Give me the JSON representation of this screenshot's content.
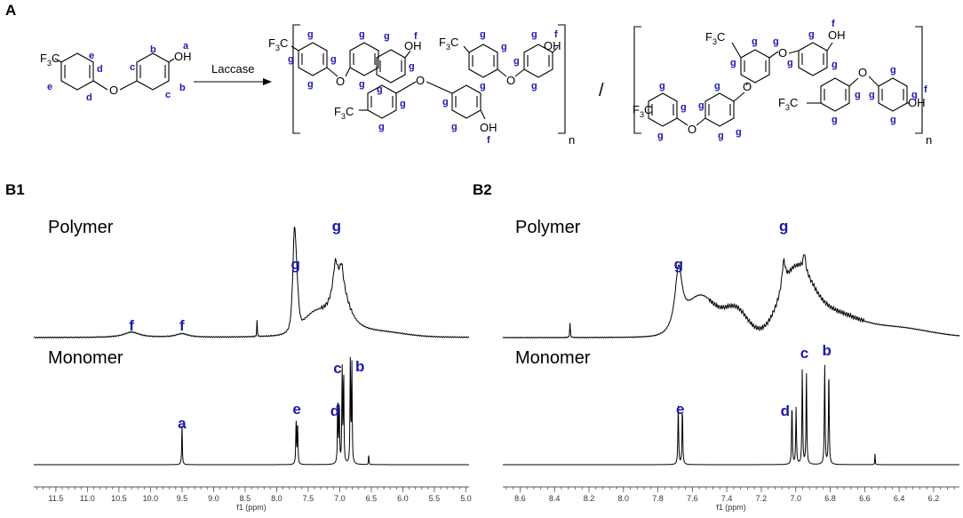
{
  "panels": {
    "a": "A",
    "b1": "B1",
    "b2": "B2"
  },
  "scheme": {
    "arrow_label": "Laccase",
    "subscript_n": "n",
    "separator": "/",
    "cf3": "F",
    "cf3_sub": "3",
    "cf3_c": "C",
    "oh": "OH",
    "o": "O",
    "labels": {
      "a": "a",
      "b": "b",
      "c": "c",
      "d": "d",
      "e": "e",
      "f": "f",
      "g": "g"
    }
  },
  "chart_data": [
    {
      "type": "line",
      "panel": "B1",
      "xlabel": "f1 (ppm)",
      "xlim": [
        11.85,
        4.95
      ],
      "x_reversed": true,
      "ticks": [
        "11.5",
        "11.0",
        "10.5",
        "10.0",
        "9.5",
        "9.0",
        "8.5",
        "8.0",
        "7.5",
        "7.0",
        "6.5",
        "6.0",
        "5.5",
        "5.0"
      ],
      "tick_values": [
        11.5,
        11.0,
        10.5,
        10.0,
        9.5,
        9.0,
        8.5,
        8.0,
        7.5,
        7.0,
        6.5,
        6.0,
        5.5,
        5.0
      ],
      "series": [
        {
          "name": "Polymer",
          "peaks": [
            {
              "label": "f",
              "ppm": 10.3
            },
            {
              "label": "f",
              "ppm": 9.5
            },
            {
              "label": "g",
              "ppm": 7.7
            },
            {
              "label": "g",
              "ppm": 7.05
            }
          ]
        },
        {
          "name": "Monomer",
          "peaks": [
            {
              "label": "a",
              "ppm": 9.5
            },
            {
              "label": "e",
              "ppm": 7.68
            },
            {
              "label": "d",
              "ppm": 7.02
            },
            {
              "label": "c",
              "ppm": 6.95
            },
            {
              "label": "b",
              "ppm": 6.82
            }
          ]
        }
      ]
    },
    {
      "type": "line",
      "panel": "B2",
      "xlabel": "f1 (ppm)",
      "xlim": [
        8.7,
        6.05
      ],
      "x_reversed": true,
      "ticks": [
        "8.6",
        "8.4",
        "8.2",
        "8.0",
        "7.8",
        "7.6",
        "7.4",
        "7.2",
        "7.0",
        "6.8",
        "6.6",
        "6.4",
        "6.2"
      ],
      "tick_values": [
        8.6,
        8.4,
        8.2,
        8.0,
        7.8,
        7.6,
        7.4,
        7.2,
        7.0,
        6.8,
        6.6,
        6.4,
        6.2
      ],
      "series": [
        {
          "name": "Polymer",
          "peaks": [
            {
              "label": "g",
              "ppm": 7.68
            },
            {
              "label": "g",
              "ppm": 7.07
            }
          ]
        },
        {
          "name": "Monomer",
          "peaks": [
            {
              "label": "e",
              "ppm": 7.67
            },
            {
              "label": "d",
              "ppm": 7.01
            },
            {
              "label": "c",
              "ppm": 6.95
            },
            {
              "label": "b",
              "ppm": 6.82
            }
          ]
        }
      ]
    }
  ]
}
